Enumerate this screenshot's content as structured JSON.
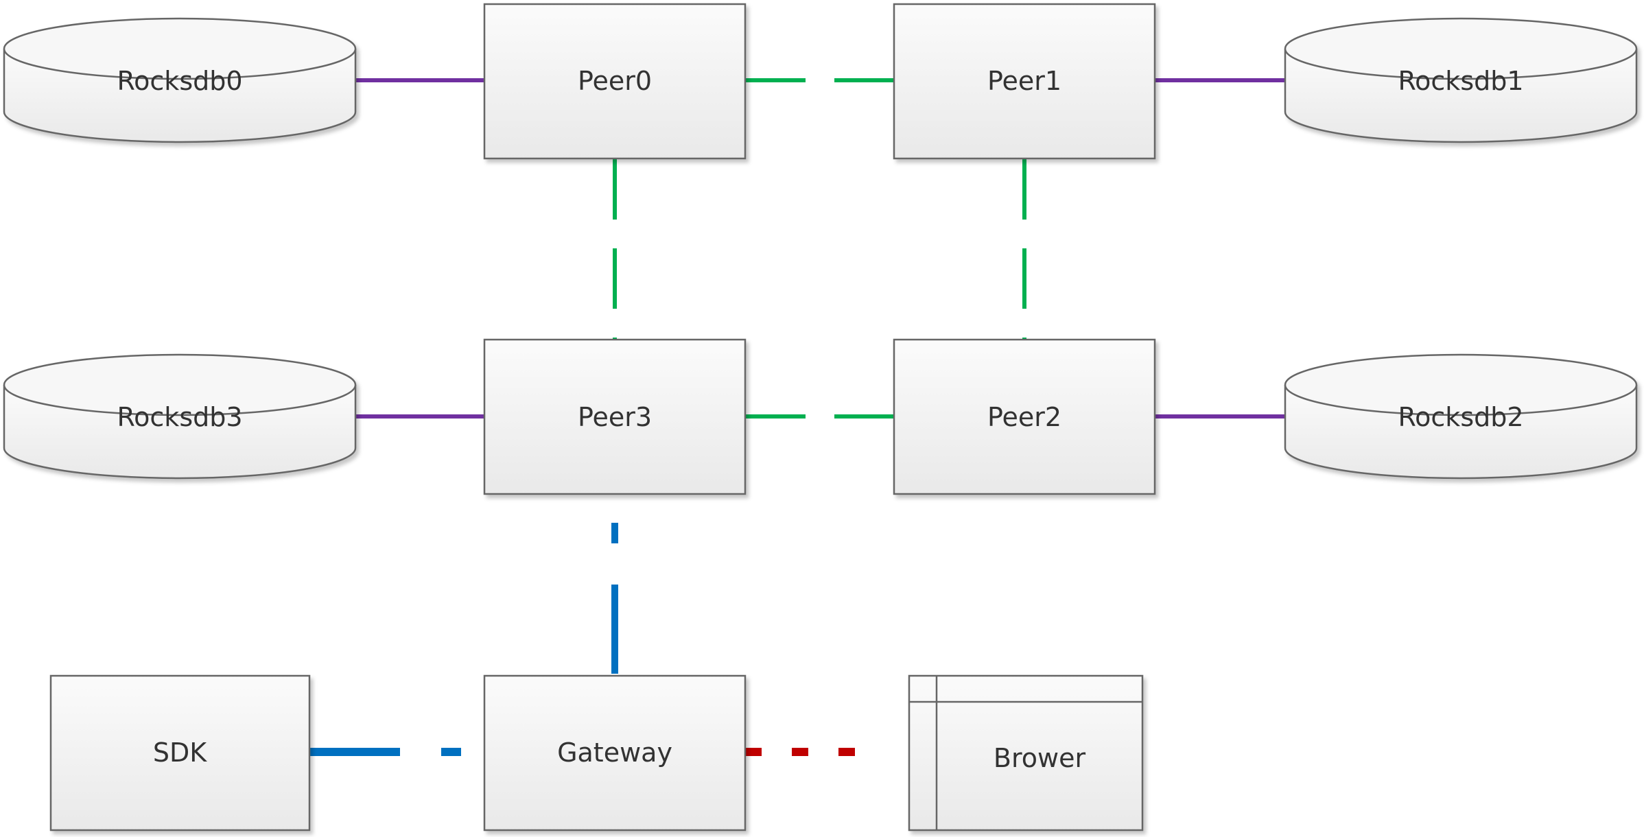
{
  "nodes": {
    "rocksdb0": "Rocksdb0",
    "rocksdb1": "Rocksdb1",
    "rocksdb2": "Rocksdb2",
    "rocksdb3": "Rocksdb3",
    "peer0": "Peer0",
    "peer1": "Peer1",
    "peer2": "Peer2",
    "peer3": "Peer3",
    "sdk": "SDK",
    "gateway": "Gateway",
    "browser": "Brower"
  },
  "colors": {
    "storage_link": "#7030a0",
    "peer_link": "#00b050",
    "client_link": "#0070c0",
    "web_link": "#c00000",
    "node_border": "#666666"
  }
}
